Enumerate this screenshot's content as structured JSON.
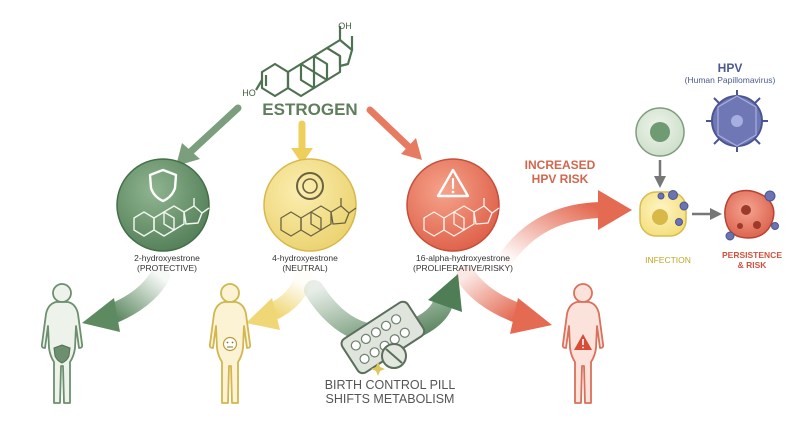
{
  "estrogen": {
    "label": "ESTROGEN",
    "hydroxyl_top": "OH",
    "hydroxyl_left": "HO"
  },
  "metabolites": [
    {
      "name": "2-hydroxyestrone",
      "role": "(PROTECTIVE)",
      "icon": "shield-icon",
      "color": "#5e8a62"
    },
    {
      "name": "4-hydroxyestrone",
      "role": "(NEUTRAL)",
      "icon": "circle-icon",
      "color": "#ecd16e"
    },
    {
      "name": "16-alpha-hydroxyestrone",
      "role": "(PROLIFERATIVE/RISKY)",
      "icon": "warning-triangle-icon",
      "color": "#e46a52"
    }
  ],
  "risk": {
    "line1": "INCREASED",
    "line2": "HPV RISK"
  },
  "hpv": {
    "title": "HPV",
    "subtitle": "(Human Papillomavirus)"
  },
  "stages": {
    "infection": "INFECTION",
    "persistence_line1": "PERSISTENCE",
    "persistence_line2": "& RISK"
  },
  "birth_control": {
    "line1": "BIRTH CONTROL PILL",
    "line2": "SHIFTS METABOLISM"
  },
  "colors": {
    "green": "#5e8a62",
    "yellow": "#ecd16e",
    "red": "#e46a52",
    "virus": "#6b74b0"
  }
}
